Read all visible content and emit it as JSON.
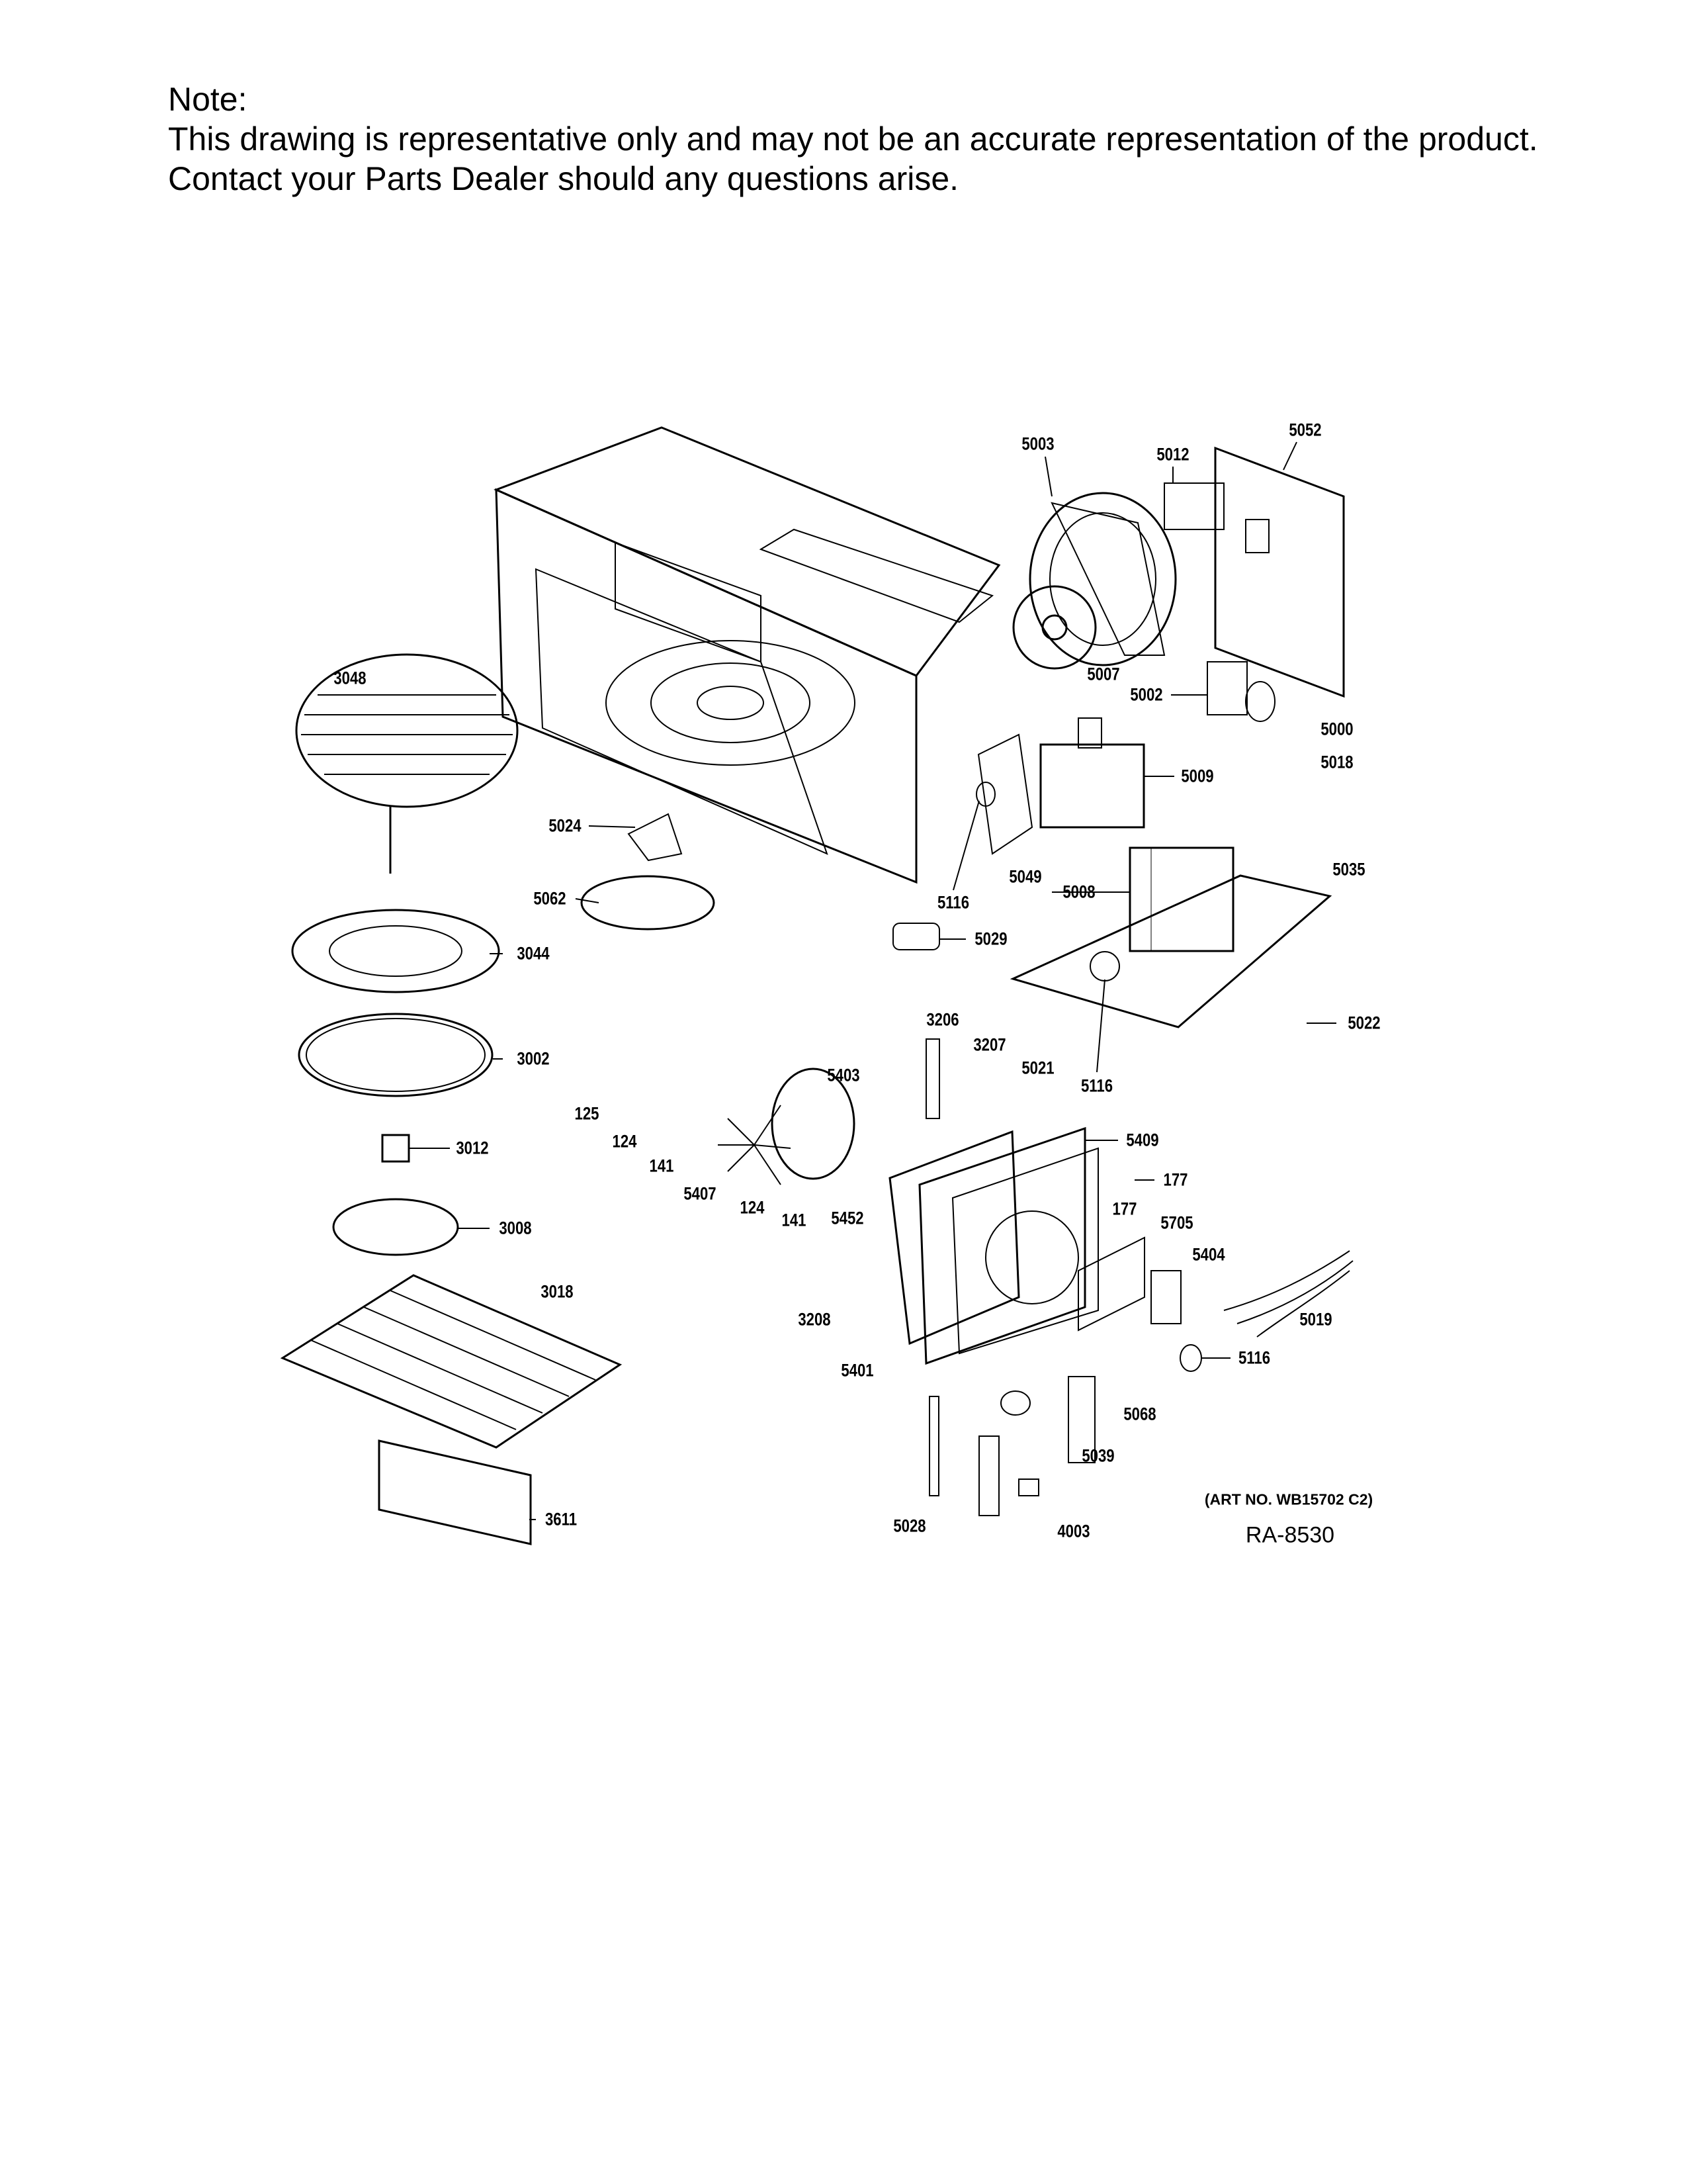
{
  "note": {
    "heading": "Note:",
    "line1": "This drawing is representative only and may not be an accurate representation of the product.",
    "line2": "Contact your Parts Dealer should any questions arise."
  },
  "callouts": [
    "5003",
    "5012",
    "5052",
    "3048",
    "5007",
    "5002",
    "5000",
    "5018",
    "5009",
    "5024",
    "5049",
    "5035",
    "5008",
    "5116",
    "5062",
    "5029",
    "3044",
    "5022",
    "3206",
    "3207",
    "5021",
    "5403",
    "5116",
    "3002",
    "125",
    "124",
    "141",
    "5409",
    "177",
    "5407",
    "124",
    "141",
    "5452",
    "3012",
    "177",
    "5705",
    "3008",
    "5404",
    "3018",
    "3208",
    "5019",
    "5116",
    "5401",
    "5068",
    "5039",
    "3611",
    "5028",
    "4003"
  ],
  "art_number": "(ART NO. WB15702 C2)",
  "drawing_id": "RA-8530"
}
